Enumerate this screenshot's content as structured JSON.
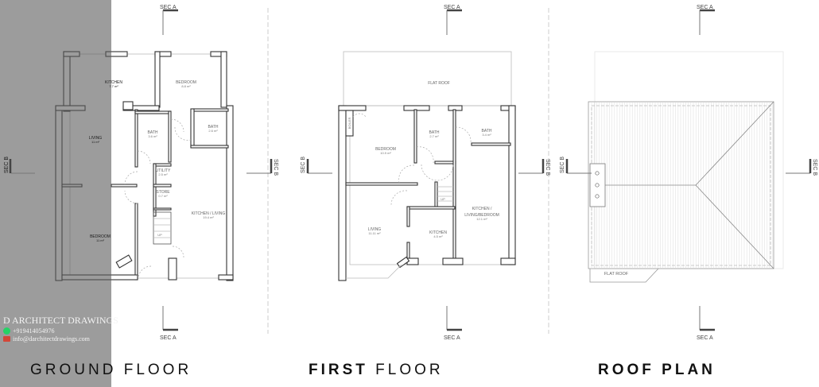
{
  "section_labels": {
    "sec_a": "SEC A",
    "sec_b": "SEC B"
  },
  "ground_floor": {
    "title_bold": "GROUND",
    "title_light": "FLOOR",
    "rooms": [
      {
        "name": "KITCHEN",
        "area": "7.7 m²"
      },
      {
        "name": "BEDROOM",
        "area": "8.8 m²"
      },
      {
        "name": "LIVING",
        "area": "11 m²"
      },
      {
        "name": "BATH",
        "area": "3.6 m²"
      },
      {
        "name": "BATH",
        "area": "2.6 m²"
      },
      {
        "name": "UTILITY",
        "area": "2.5 m²"
      },
      {
        "name": "STORE",
        "area": "0.7 m²"
      },
      {
        "name": "KITCHEN / LIVING",
        "area": "19.4 m²"
      },
      {
        "name": "BEDROOM",
        "area": "11 m²"
      },
      {
        "name": "UP",
        "area": ""
      }
    ]
  },
  "first_floor": {
    "title_bold": "FIRST",
    "title_light": "FLOOR",
    "flat_roof": "FLAT ROOF",
    "rooms": [
      {
        "name": "BOILER",
        "area": ""
      },
      {
        "name": "BEDROOM",
        "area": "10.9 m²"
      },
      {
        "name": "BATH",
        "area": "2.7 m²"
      },
      {
        "name": "BATH",
        "area": "3.4 m²"
      },
      {
        "name": "LIVING",
        "area": "11.11 m²"
      },
      {
        "name": "KITCHEN",
        "area": "4.5 m²"
      },
      {
        "name": "KITCHEN /",
        "area": ""
      },
      {
        "name": "LIVING/BEDROOM",
        "area": "12.1 m²"
      },
      {
        "name": "UP",
        "area": ""
      }
    ]
  },
  "roof_plan": {
    "title_bold": "ROOF PLAN",
    "flat_roof": "FLAT ROOF"
  },
  "watermark": {
    "company": "D ARCHITECT DRAWINGS",
    "phone": "+919414054976",
    "email": "info@darchitectdrawings.com",
    "whatsapp_color": "#25d366",
    "mail_color": "#d44638"
  }
}
